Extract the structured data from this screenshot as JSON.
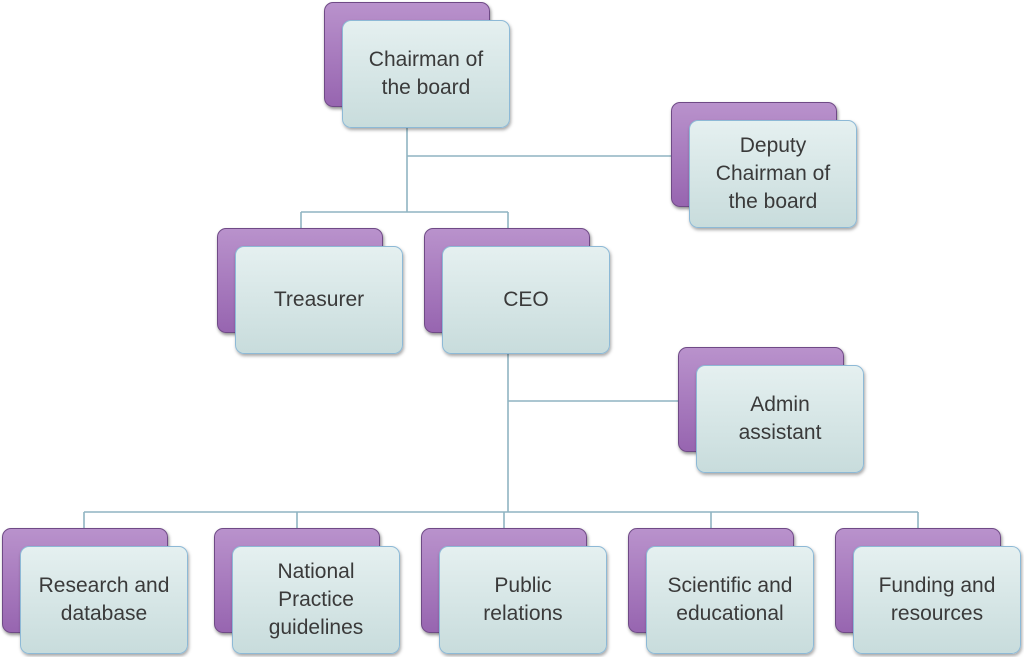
{
  "diagram": {
    "connector_color": "#8fb4c2",
    "box_back_color": "#9b6bb5",
    "box_front_color": "#d8e7e7",
    "nodes": {
      "chairman": {
        "label": "Chairman of\nthe board"
      },
      "deputy": {
        "label": "Deputy\nChairman of\nthe board"
      },
      "treasurer": {
        "label": "Treasurer"
      },
      "ceo": {
        "label": "CEO"
      },
      "admin": {
        "label": "Admin\nassistant"
      },
      "research": {
        "label": "Research and\ndatabase"
      },
      "guidelines": {
        "label": "National\nPractice\nguidelines"
      },
      "pr": {
        "label": "Public\nrelations"
      },
      "scientific": {
        "label": "Scientific and\neducational"
      },
      "funding": {
        "label": "Funding and\nresources"
      }
    }
  }
}
